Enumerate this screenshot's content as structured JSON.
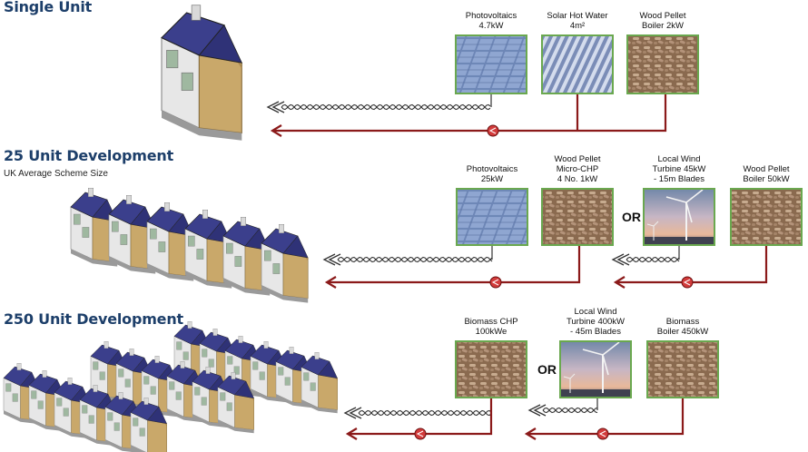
{
  "sections": [
    {
      "heading": "Single Unit",
      "subtitle": "",
      "technologies": [
        {
          "lines": [
            "Photovoltaics",
            "4.7kW"
          ],
          "image": "solar-panel"
        },
        {
          "lines": [
            "Solar Hot Water",
            "4m²"
          ],
          "image": "solar-tubes"
        },
        {
          "lines": [
            "Wood Pellet",
            "Boiler 2kW"
          ],
          "image": "wood-pellets"
        }
      ]
    },
    {
      "heading": "25 Unit Development",
      "subtitle": "UK Average Scheme Size",
      "technologies": [
        {
          "lines": [
            "Photovoltaics",
            "25kW"
          ],
          "image": "solar-panel"
        },
        {
          "lines": [
            "Wood Pellet",
            "Micro-CHP",
            "4 No. 1kW"
          ],
          "image": "wood-pellets"
        },
        {
          "lines": [
            "Local Wind",
            "Turbine 45kW",
            "- 15m Blades"
          ],
          "image": "wind-turbine"
        },
        {
          "lines": [
            "Wood Pellet",
            "Boiler 50kW"
          ],
          "image": "wood-pellets"
        }
      ],
      "separator": "OR"
    },
    {
      "heading": "250 Unit Development",
      "subtitle": "",
      "technologies": [
        {
          "lines": [
            "Biomass CHP",
            "100kWe"
          ],
          "image": "wood-pellets"
        },
        {
          "lines": [
            "Local Wind",
            "Turbine 400kW",
            "- 45m Blades"
          ],
          "image": "wind-turbine"
        },
        {
          "lines": [
            "Biomass",
            "Boiler 450kW"
          ],
          "image": "wood-pellets"
        }
      ],
      "separator": "OR"
    }
  ],
  "colors": {
    "heading": "#1d3f6a",
    "tile_border": "#6aa84f",
    "heat_line": "#8b1a1a",
    "electric_line": "#333333",
    "roof": "#3b3f8c",
    "cladding": "#c9a86a"
  }
}
